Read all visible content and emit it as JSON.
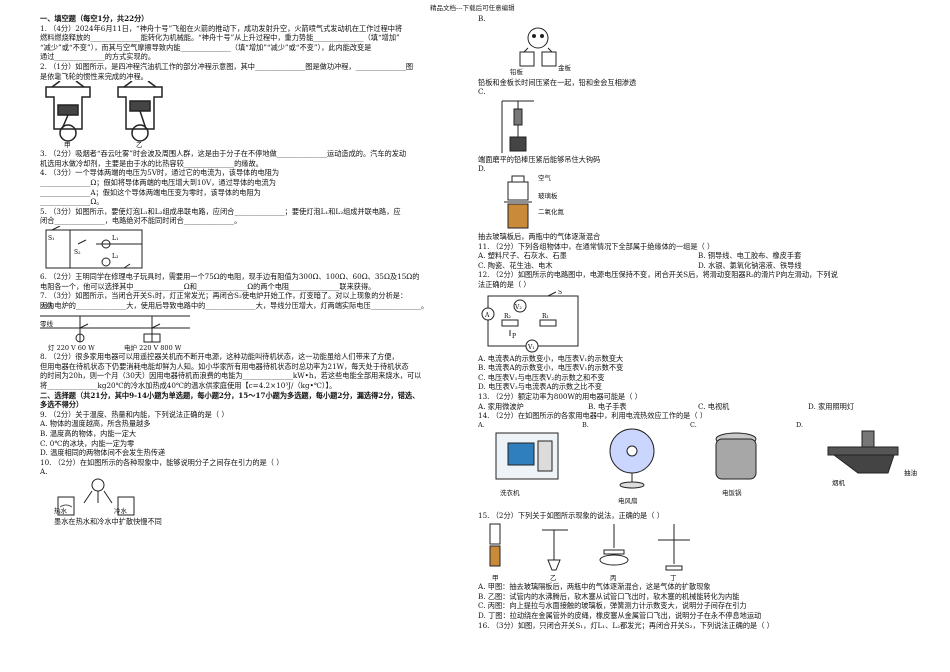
{
  "header": {
    "note": "精品文档---下载后可任意编辑"
  },
  "left": {
    "section1": "一、填空题（每空1分，共22分）",
    "q1": [
      "1.  （4分）2024年6月11日，“神舟十号”飞船在火箭的推动下，成功发射升空，火箭喷气式发动机在工作过程中将",
      "燃料燃烧释放的______________能转化为机械能。“神舟十号”从上升过程中，重力势能______________（填“增加”",
      "“减少”或“不变”），而其与空气摩擦导致内能______________（填“增加”“减少”或“不变”），此内能改变是",
      "通过______________的方式实现的。"
    ],
    "q2": [
      "2.  （1分）如图所示，是四冲程汽油机工作的部分冲程示意图，其中______________图是做功冲程，______________图",
      "是依靠飞轮的惯性来完成的冲程。"
    ],
    "fig2_labels": [
      "甲",
      "乙"
    ],
    "q3": [
      "3.  （2分）吸烟者“吞云吐雾”时会波及周围人群，这是由于分子在不停地做______________运动造成的。汽车的发动",
      "机选用水做冷却剂，主要是由于水的比热容较______________的缘故。"
    ],
    "q4": [
      "4.  （3分）一个导体两端的电压为5V时，通过它的电流为，该导体的电阻为",
      "______________Ω；假如将导体两端的电压增大到10V，通过导体的电流为",
      "______________A；假如这个导体两端电压变为零时，该导体的电阻为",
      "______________Ω。"
    ],
    "q5": [
      "5.  （3分）如图所示，要使灯泡L₁和L₂组成串联电路，应闭合______________；要使灯泡L₁和L₂组成并联电路，应",
      "闭合______________，电路绝对不能同时闭合______________。"
    ],
    "q6": [
      "6.  （2分）王明同学在修理电子玩具时，需要用一个75Ω的电阻，现手边有阻值为300Ω、100Ω、60Ω、35Ω及15Ω的",
      "电阻各一个，他可以选择其中______________Ω和______________Ω的两个电阻______________联来获得。"
    ],
    "q7": [
      "7.  （3分）如图所示，当闭合开关S₁时，灯正常发光；再闭合S₂使电炉开始工作，灯变暗了。对以上现象的分析是：",
      "因为电炉的______________大，使用后导致电路中的______________大，导线分压增大，灯两端实际电压______________。"
    ],
    "fig7_labels": [
      "火线",
      "零线",
      "灯 220 V 60 W",
      "电炉 220 V 800 W"
    ],
    "q8": [
      "8.  （2分）很多家用电器可以用遥控器关机而不断开电源，这种功能叫待机状态，这一功能虽给人们带来了方便，",
      "但用电器在待机状态下仍要消耗电能却鲜为人知。如小华家所有用电器待机状态时总功率为21W，每天处于待机状态",
      "的时间为20h，则一个月（30天）因用电器待机而浪费的电能为______________kW•h，若这些电能全部用来烧水，可以",
      "将______________kg20℃的冷水加热成40℃的温水供家庭使用【c=4.2×10³J/（kg•℃）】。"
    ],
    "section2": [
      "二、选择题（共21分，其中9-14小题为单选题，每小题2分，15～17小题为多选题，每小题2分，漏选得2分，错选、",
      "多选不得分）"
    ],
    "q9": "9.  （2分）关于温度、热量和内能，下列说法正确的是（    ）",
    "q9_opts": [
      "A.   物体的温度越高，所含热量越多",
      "B.   温度高的物体，内能一定大",
      "C.   0℃的冰块，内能一定为零",
      "D.   温度相同的两物体间不会发生热传递"
    ],
    "q10": "10.  （2分）在如图所示的各种现象中，能够说明分子之间存在引力的是（    ）",
    "q10_labels": [
      "热水",
      "冷水"
    ],
    "q10_caption": "墨水在热水和冷水中扩散快慢不同"
  },
  "right": {
    "optB": "B.",
    "figB_labels": [
      "铅板",
      "金板"
    ],
    "figB_caption": "铅板和金板长时间压紧在一起，铅和金会互相渗透",
    "optC": "C.",
    "figC_caption": "端面磨平的铅棒压紧后能够吊住大钩码",
    "optD": "D.",
    "figD_labels": [
      "空气",
      "玻璃板",
      "二氧化氮"
    ],
    "figD_caption": "抽去玻璃板后，两瓶中的气体逐渐混合",
    "q11": "11.  （2分）下列各组物体中，在通常情况下全部属于绝缘体的一组是（    ）",
    "q11_opts": [
      "A.   塑料尺子、石灰水、石墨",
      "B.   铜导线、电工胶布、橡皮手套",
      "C.   陶瓷、花生油、电木",
      "D.   水银、氯氧化钠溶液、铁导线"
    ],
    "q12": [
      "12.  （2分）如图所示的电路图中，电源电压保持不变，闭合开关S后，将滑动变阻器R₂的滑片P向左滑动，下列说",
      "法正确的是（    ）"
    ],
    "q12_labels": [
      "A",
      "V₂",
      "R₂",
      "R₁",
      "P",
      "V₁",
      "S"
    ],
    "q12_opts": [
      "A.   电流表A的示数变小，电压表V₁的示数变大",
      "B.   电流表A的示数变小，电压表V₁的示数不变",
      "C.   电压表V₁与电压表V₂的示数之和不变",
      "D.   电压表V₂与电流表A的示数之比不变"
    ],
    "q13": "13.  （2分）额定功率为800W的用电器可能是（    ）",
    "q13_opts": [
      "A.   家用微波炉",
      "B.   电子手表",
      "C.   电视机",
      "D.   家用照明灯"
    ],
    "q14": "14.  （2分）在如图所示的各家用电器中，利用电流热效应工作的是（    ）",
    "q14_letters": [
      "A.",
      "B.",
      "C.",
      "D."
    ],
    "q14_captions": [
      "洗衣机",
      "电风扇",
      "电饭锅",
      "抽油",
      "烟机"
    ],
    "q15": "15.  （2分）下列关于如图所示现象的说法，正确的是（    ）",
    "q15_labels": [
      "甲",
      "乙",
      "丙",
      "丁"
    ],
    "q15_opts": [
      "A.   甲图：抽去玻璃隔板后，两瓶中的气体逐渐混合，这是气体的扩散现象",
      "B.   乙图：试管内的水沸腾后，软木塞从试管口飞出时，软木塞的机械能转化为内能",
      "C.   丙图：向上提拉与水面接触的玻璃板，弹簧测力计示数变大，说明分子间存在引力",
      "D.   丁图：拉动绕在金属管外的皮绳，橡皮塞从金属管口飞出，说明分子在永不停息地运动"
    ],
    "q16": "16.  （3分）如图，只闭合开关S₁，灯L₁、L₂都发光；再闭合开关S₂，下列说法正确的是（    ）"
  }
}
